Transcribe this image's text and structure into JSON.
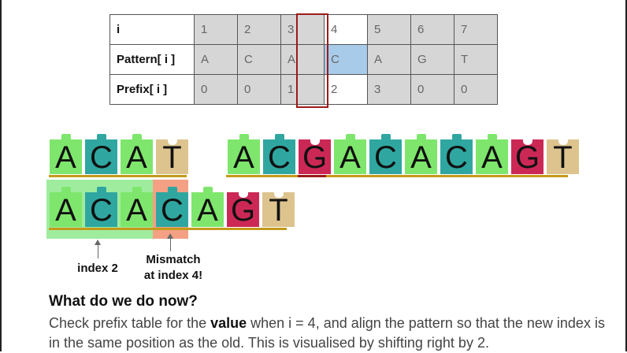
{
  "table": {
    "header_i": "i",
    "header_pattern": "Pattern[ i ]",
    "header_prefix": "Prefix[ i ]",
    "i": [
      "1",
      "2",
      "3",
      "4",
      "5",
      "6",
      "7"
    ],
    "pattern": [
      "A",
      "C",
      "A",
      "C",
      "A",
      "G",
      "T"
    ],
    "prefix": [
      "0",
      "0",
      "1",
      "2",
      "3",
      "0",
      "0"
    ]
  },
  "colors": {
    "A": "#7ee66c",
    "C": "#2fa7a0",
    "G": "#cc2856",
    "T": "#ddc38e"
  },
  "text_row": [
    "A",
    "C",
    "A",
    "T",
    "A",
    "C",
    "G",
    "A",
    "C",
    "A",
    "C",
    "A",
    "G",
    "T"
  ],
  "pattern_row": [
    "A",
    "C",
    "A",
    "C",
    "A",
    "G",
    "T"
  ],
  "labels": {
    "index": "index 2",
    "mismatch_1": "Mismatch",
    "mismatch_2": "at index 4!"
  },
  "heading": "What do we do now?",
  "body_pre": "Check prefix table for the ",
  "body_bold": "value",
  "body_post": " when i = 4, and align the pattern so that the new index is in the same position as the old. This is visualised by shifting right by 2."
}
